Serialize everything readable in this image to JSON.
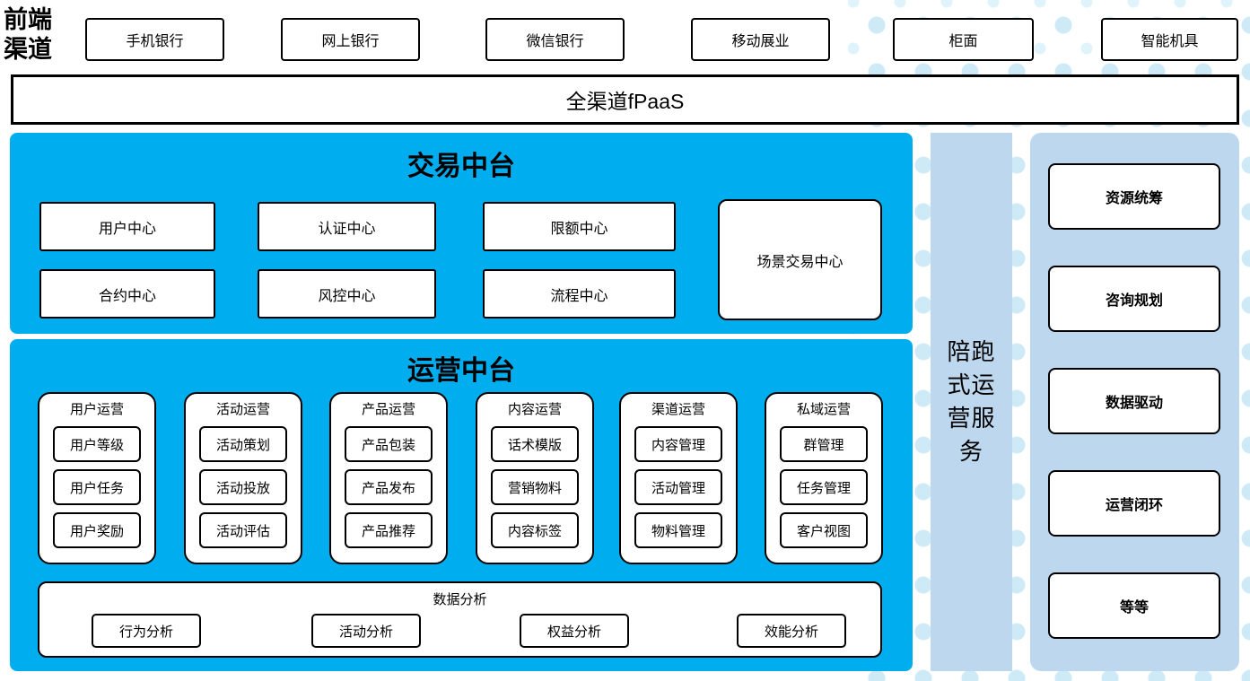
{
  "colors": {
    "primary_blue": "#00AEEF",
    "light_blue": "#BDD7EE",
    "dot_color": "#CFEAF7"
  },
  "front": {
    "label": "前端渠道",
    "channels": [
      "手机银行",
      "网上银行",
      "微信银行",
      "移动展业",
      "柜面",
      "智能机具"
    ]
  },
  "fpaas": {
    "label": "全渠道fPaaS"
  },
  "transaction": {
    "title": "交易中台",
    "row1": [
      "用户中心",
      "认证中心",
      "限额中心"
    ],
    "row2": [
      "合约中心",
      "风控中心",
      "流程中心"
    ],
    "scene": "场景交易中心"
  },
  "operation": {
    "title": "运营中台",
    "columns": [
      {
        "title": "用户运营",
        "items": [
          "用户等级",
          "用户任务",
          "用户奖励"
        ]
      },
      {
        "title": "活动运营",
        "items": [
          "活动策划",
          "活动投放",
          "活动评估"
        ]
      },
      {
        "title": "产品运营",
        "items": [
          "产品包装",
          "产品发布",
          "产品推荐"
        ]
      },
      {
        "title": "内容运营",
        "items": [
          "话术模版",
          "营销物料",
          "内容标签"
        ]
      },
      {
        "title": "渠道运营",
        "items": [
          "内容管理",
          "活动管理",
          "物料管理"
        ]
      },
      {
        "title": "私域运营",
        "items": [
          "群管理",
          "任务管理",
          "客户视图"
        ]
      }
    ],
    "analysis": {
      "title": "数据分析",
      "items": [
        "行为分析",
        "活动分析",
        "权益分析",
        "效能分析"
      ]
    }
  },
  "side_strip": {
    "label": "陪跑式运营服务"
  },
  "right_panel": {
    "items": [
      "资源统筹",
      "咨询规划",
      "数据驱动",
      "运营闭环",
      "等等"
    ]
  }
}
